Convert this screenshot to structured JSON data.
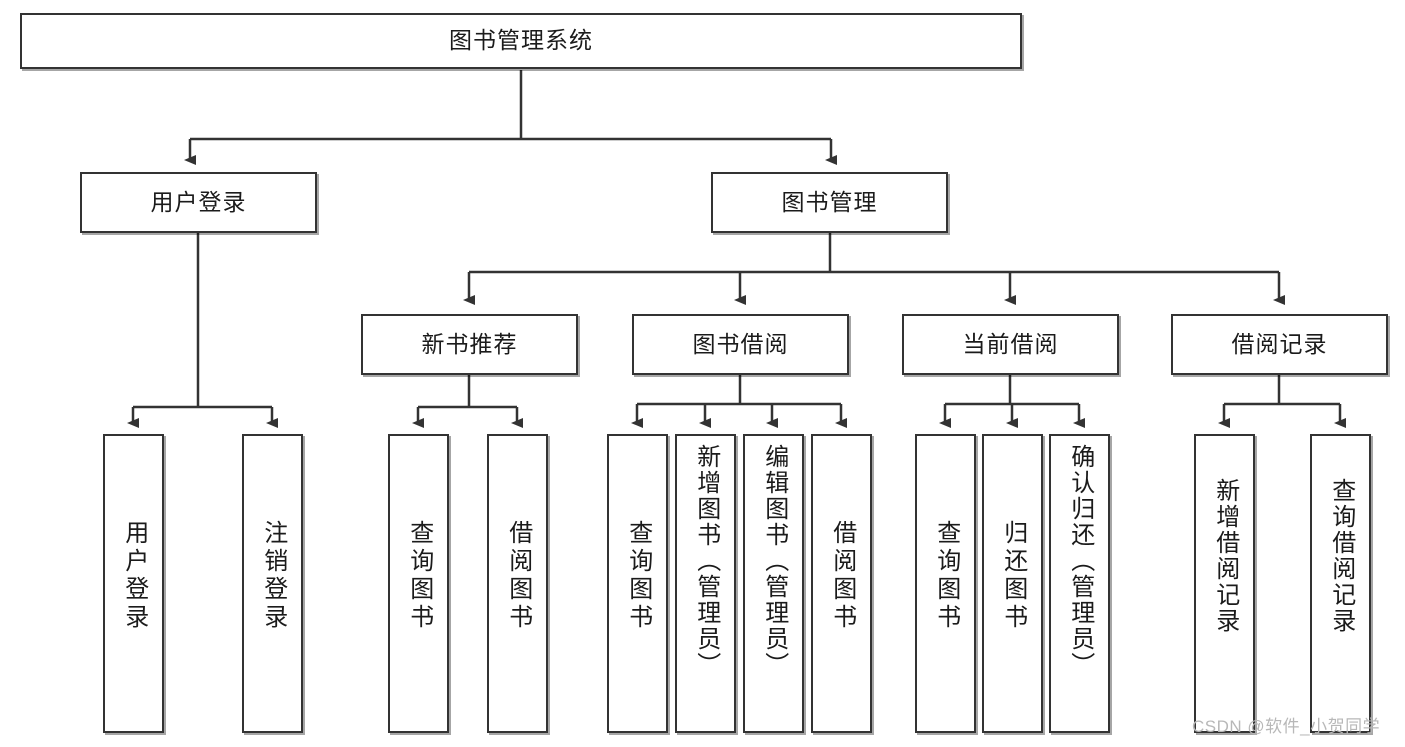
{
  "diagram": {
    "title": "图书管理系统",
    "type": "tree-hierarchy",
    "root": {
      "id": "root",
      "label": "图书管理系统"
    },
    "level2": [
      {
        "id": "user-login",
        "label": "用户登录"
      },
      {
        "id": "book-manage",
        "label": "图书管理"
      }
    ],
    "level3": [
      {
        "id": "new-book-recommend",
        "label": "新书推荐",
        "parent": "book-manage"
      },
      {
        "id": "book-borrow",
        "label": "图书借阅",
        "parent": "book-manage"
      },
      {
        "id": "current-borrow",
        "label": "当前借阅",
        "parent": "book-manage"
      },
      {
        "id": "borrow-record",
        "label": "借阅记录",
        "parent": "book-manage"
      }
    ],
    "leaves": [
      {
        "id": "leaf-user-login",
        "label": "用户登录",
        "parent": "user-login"
      },
      {
        "id": "leaf-logout",
        "label": "注销登录",
        "parent": "user-login"
      },
      {
        "id": "leaf-query-book-1",
        "label": "查询图书",
        "parent": "new-book-recommend"
      },
      {
        "id": "leaf-borrow-book-1",
        "label": "借阅图书",
        "parent": "new-book-recommend"
      },
      {
        "id": "leaf-query-book-2",
        "label": "查询图书",
        "parent": "book-borrow"
      },
      {
        "id": "leaf-add-book",
        "label": "新增图书（管理员）",
        "parent": "book-borrow"
      },
      {
        "id": "leaf-edit-book",
        "label": "编辑图书（管理员）",
        "parent": "book-borrow"
      },
      {
        "id": "leaf-borrow-book-2",
        "label": "借阅图书",
        "parent": "book-borrow"
      },
      {
        "id": "leaf-query-book-3",
        "label": "查询图书",
        "parent": "current-borrow"
      },
      {
        "id": "leaf-return-book",
        "label": "归还图书",
        "parent": "current-borrow"
      },
      {
        "id": "leaf-confirm-return",
        "label": "确认归还（管理员）",
        "parent": "current-borrow"
      },
      {
        "id": "leaf-add-record",
        "label": "新增借阅记录",
        "parent": "borrow-record"
      },
      {
        "id": "leaf-query-record",
        "label": "查询借阅记录",
        "parent": "borrow-record"
      }
    ],
    "watermark": "CSDN @软件_小贺同学",
    "colors": {
      "box_border": "#333333",
      "box_fill": "#ffffff",
      "edge": "#333333",
      "text": "#1b1b1b",
      "watermark": "#b8b8b8"
    }
  }
}
